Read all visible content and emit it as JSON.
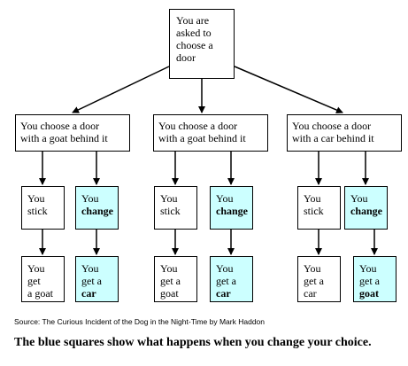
{
  "root": {
    "lines": [
      "You are",
      "asked to",
      "choose a",
      "door"
    ]
  },
  "branches": [
    {
      "choice_lines": [
        "You choose a door",
        "with a goat behind it"
      ],
      "stick": {
        "lines": [
          "You",
          "stick"
        ]
      },
      "change": {
        "line1": "You",
        "line2": "change"
      },
      "stick_result": {
        "lines": [
          "You",
          "get",
          "a goat"
        ]
      },
      "change_result": {
        "line1": "You",
        "line2": "get a",
        "line3": "car"
      }
    },
    {
      "choice_lines": [
        "You choose a door",
        "with a goat behind it"
      ],
      "stick": {
        "lines": [
          "You",
          "stick"
        ]
      },
      "change": {
        "line1": "You",
        "line2": "change"
      },
      "stick_result": {
        "lines": [
          "You",
          "get a",
          "goat"
        ]
      },
      "change_result": {
        "line1": "You",
        "line2": "get a",
        "line3": "car"
      }
    },
    {
      "choice_lines": [
        "You choose a door",
        "with a car behind it"
      ],
      "stick": {
        "lines": [
          "You",
          "stick"
        ]
      },
      "change": {
        "line1": "You",
        "line2": "change"
      },
      "stick_result": {
        "lines": [
          "You",
          "get a",
          "car"
        ]
      },
      "change_result": {
        "line1": "You",
        "line2": "get a",
        "line3": "goat"
      }
    }
  ],
  "colors": {
    "highlight": "#ccffff",
    "line": "#000000"
  },
  "source": "Source: The Curious Incident of the Dog in the Night-Time by Mark Haddon",
  "caption": "The blue squares show what happens when you change your choice."
}
